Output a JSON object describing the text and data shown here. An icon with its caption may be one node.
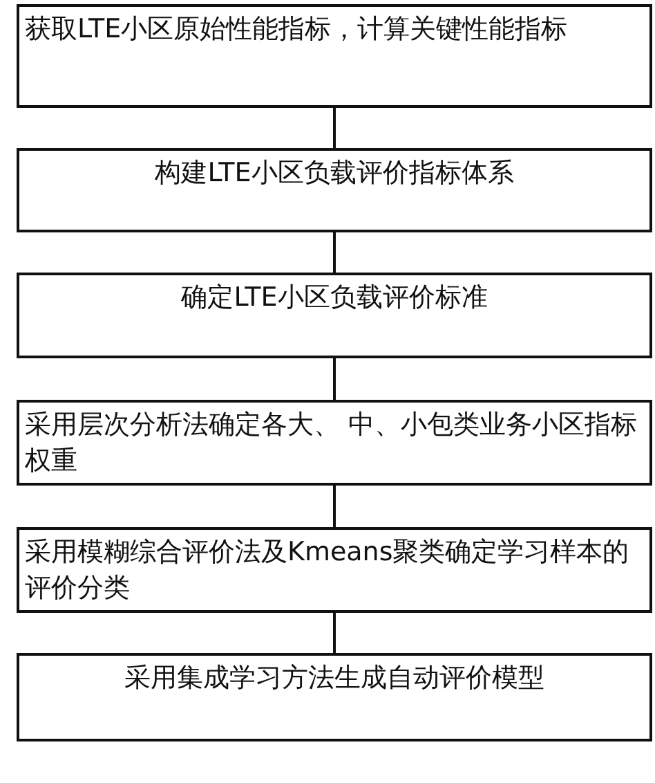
{
  "diagram": {
    "nodes": [
      {
        "text": [
          "获取LTE小区原始性能指标，计算关键性能指标"
        ]
      },
      {
        "text": [
          "构建LTE小区负载评价指标体系"
        ]
      },
      {
        "text": [
          "确定LTE小区负载评价标准"
        ]
      },
      {
        "text": [
          "采用层次分析法确定各大、 中、小包类业务小区指标权重"
        ]
      },
      {
        "text": [
          "采用模糊综合评价法及Kmeans聚类确定学习样本的评价分类"
        ]
      },
      {
        "text": [
          "采用集成学习方法生成自动评价模型"
        ]
      }
    ],
    "edges": [
      {
        "from": 0,
        "to": 1,
        "arrow": "none"
      },
      {
        "from": 1,
        "to": 2,
        "arrow": "none"
      },
      {
        "from": 2,
        "to": 3,
        "arrow": "none"
      },
      {
        "from": 3,
        "to": 4,
        "arrow": "none"
      },
      {
        "from": 4,
        "to": 5,
        "arrow": "none"
      }
    ]
  }
}
